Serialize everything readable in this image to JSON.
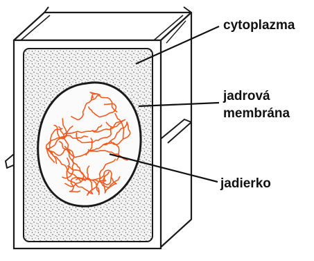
{
  "diagram": {
    "labels": {
      "cytoplasm": "cytoplazma",
      "nuclear_membrane_line1": "jadrová",
      "nuclear_membrane_line2": "membrána",
      "nucleolus": "jadierko"
    },
    "colors": {
      "outline": "#1a1a1a",
      "cytoplasm_fill": "#dedede",
      "nucleus_fill": "#fbfbfb",
      "nucleolus_strands": "#f05a1e",
      "background": "#ffffff"
    }
  }
}
